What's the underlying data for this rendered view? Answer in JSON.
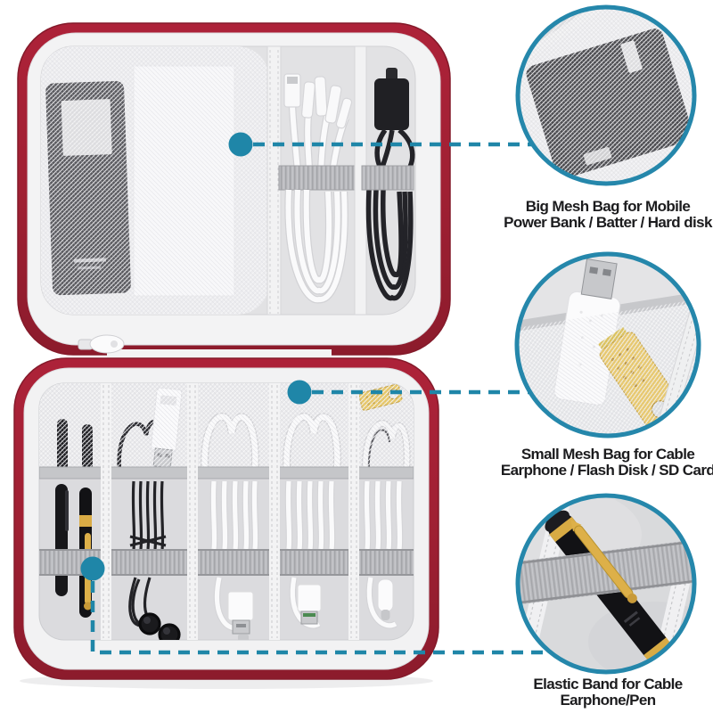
{
  "product_image": {
    "description_of_pixels": "Open red electronics organizer case with mesh pockets, elastic bands, cables, pens, earphones, power bank and USB flash drives; three teal callout circles with close-up views",
    "accent_teal": "#1f86a8",
    "case_red": "#a02035",
    "interior_gray": "#dcdcde",
    "text_color": "#1c1c1e"
  },
  "callouts": [
    {
      "name": "big-mesh-bag",
      "line1": "Big Mesh Bag for Mobile",
      "line2": "Power Bank / Batter / Hard disk"
    },
    {
      "name": "small-mesh-bag",
      "line1": "Small Mesh Bag for Cable",
      "line2": "Earphone / Flash Disk / SD Card"
    },
    {
      "name": "elastic-band",
      "line1": "Elastic Band for Cable",
      "line2": "Earphone/Pen"
    }
  ]
}
